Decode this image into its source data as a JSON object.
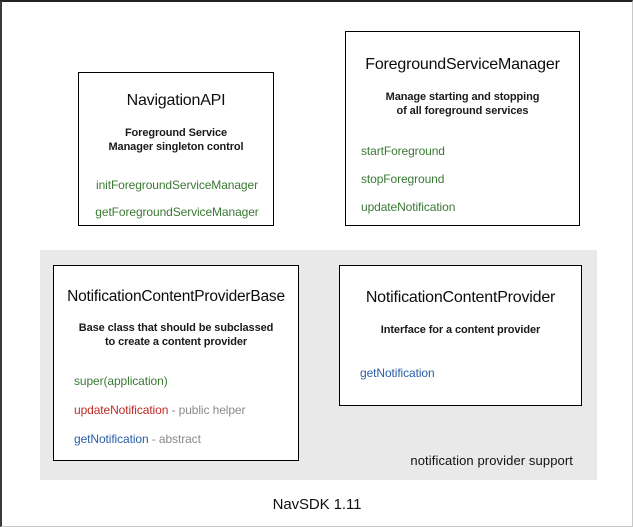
{
  "diagram": {
    "footer_caption": "NavSDK 1.11",
    "group_panel": {
      "label": "notification provider support"
    },
    "boxes": {
      "navigation_api": {
        "title": "NavigationAPI",
        "description_line1": "Foreground Service",
        "description_line2": "Manager singleton control",
        "members": [
          {
            "name": "initForegroundServiceManager",
            "note": ""
          },
          {
            "name": "getForegroundServiceManager",
            "note": ""
          }
        ]
      },
      "foreground_service_manager": {
        "title": "ForegroundServiceManager",
        "description_line1": "Manage starting and stopping",
        "description_line2": "of all foreground services",
        "members": [
          {
            "name": "startForeground",
            "note": ""
          },
          {
            "name": "stopForeground",
            "note": ""
          },
          {
            "name": "updateNotification",
            "note": ""
          }
        ]
      },
      "notification_content_provider_base": {
        "title": "NotificationContentProviderBase",
        "description_line1": "Base class that should be subclassed",
        "description_line2": "to create a content provider",
        "members": [
          {
            "name": "super(application)",
            "note": ""
          },
          {
            "name": "updateNotification",
            "note": " - public helper"
          },
          {
            "name": "getNotification",
            "note": " - abstract"
          }
        ]
      },
      "notification_content_provider": {
        "title": "NotificationContentProvider",
        "description_line1": "Interface for a content provider",
        "description_line2": "",
        "members": [
          {
            "name": "getNotification",
            "note": ""
          }
        ]
      }
    },
    "colors": {
      "method_green": "#3a7a34",
      "method_red": "#bf2a26",
      "method_blue": "#2a5ea8",
      "note_gray": "#8a8a8a",
      "panel_gray": "#e9e9e9",
      "box_border": "#000000"
    }
  }
}
